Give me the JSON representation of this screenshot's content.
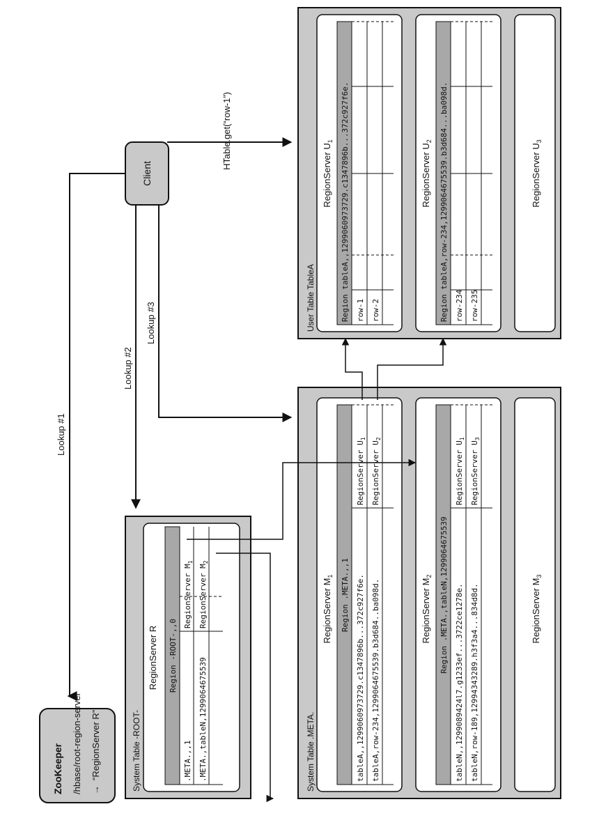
{
  "zookeeper": {
    "title": "ZooKeeper",
    "path": "/hbase/root-region-server",
    "arrow": "→",
    "value": "“RegionServer R”"
  },
  "client": {
    "label": "Client"
  },
  "lookups": {
    "lookup1": "Lookup #1",
    "lookup2": "Lookup #2",
    "lookup3": "Lookup #3",
    "get_call": "HTable.get(“row-1”)"
  },
  "root_table": {
    "title": "System Table -ROOT-",
    "server_name": "RegionServer R",
    "region_title": "Region -ROOT-,,0",
    "rows": [
      {
        "key": ".META.,,1",
        "server": "RegionServer M",
        "sub": "1"
      },
      {
        "key": ".META.,tableN,1299064675539",
        "server": "RegionServer M",
        "sub": "2"
      }
    ]
  },
  "meta_table": {
    "title": "System Table .META.",
    "servers": [
      {
        "name": "RegionServer M",
        "sub": "1",
        "region_title": "Region .META.,,1",
        "rows": [
          {
            "key": "tableA,,1299060973729.c1347896b...372c927f6e.",
            "server": "RegionServer U",
            "sub": "1"
          },
          {
            "key": "tableA,row-234,1299064675539.b3d684..ba098d.",
            "server": "RegionServer U",
            "sub": "2"
          }
        ]
      },
      {
        "name": "RegionServer M",
        "sub": "2",
        "region_title": "Region .META.,tableN,1299064675539",
        "rows": [
          {
            "key": "tableN,,1299089424l7.g1233ef...3722ce1278e.",
            "server": "RegionServer U",
            "sub": "1"
          },
          {
            "key": "tableN,row-189,12994343289.h3f3a4...834d8d.",
            "server": "RegionServer U",
            "sub": "3"
          }
        ]
      },
      {
        "name": "RegionServer M",
        "sub": "3"
      }
    ]
  },
  "user_table": {
    "title": "User Table TableA",
    "servers": [
      {
        "name": "RegionServer U",
        "sub": "1",
        "region_title": "Region tableA,,1299060973729.c1347896b...372c927f6e.",
        "rows": [
          "row-1",
          "row-2"
        ]
      },
      {
        "name": "RegionServer U",
        "sub": "2",
        "region_title": "Region tableA,row-234,1299064675539.b3d684...ba098d.",
        "rows": [
          "row-234",
          "row-235"
        ]
      },
      {
        "name": "RegionServer U",
        "sub": "3"
      }
    ]
  },
  "colors": {
    "shaded_box": "#c9c9c9",
    "region_header": "#a8a8a8",
    "ink": "#111111",
    "paper": "#ffffff"
  }
}
